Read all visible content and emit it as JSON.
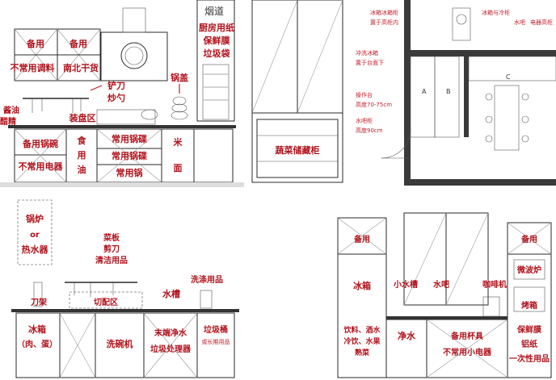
{
  "panel_tl": {
    "upper_left": "备用",
    "upper_left2": "备用",
    "spice": "不常用调料",
    "dry_goods": "南北干货",
    "chimney": "烟道",
    "kitchen_paper": "厨房用纸",
    "cling_film": "保鲜膜",
    "trash_bag": "垃圾袋",
    "spatula": "铲刀",
    "ladle": "炒勺",
    "pot_lid": "锅盖",
    "oil": "酱油",
    "oil2": "醋精",
    "plating": "装盘区",
    "spare_pots": "备用锅碗",
    "appliances": "不常用电器",
    "cooking_oil_1": "食",
    "cooking_oil_2": "用",
    "cooking_oil_3": "油",
    "common_bowls_1": "常用锅碟",
    "common_bowls_2": "常用锅碟",
    "common_pots": "常用锅",
    "rice": "米",
    "flour": "面"
  },
  "panel_tm": {
    "vegetables": "蔬菜储藏柜"
  },
  "panel_tr": {
    "fridge_note": "冰箱冰箱柜",
    "fridge_note2": "置于高柜内",
    "fridge_dim": "冰箱与冷柜",
    "water": "水吧",
    "appliance": "电器高柜",
    "sink_note": "冲洗冰箱",
    "sink_note2": "置于台面下",
    "counter": "操作台",
    "counter_h": "高度70-75cm",
    "water_bar": "水吧柜",
    "water_h": "高度90cm",
    "mark_a": "A",
    "mark_b": "B",
    "mark_c": "C"
  },
  "panel_bl": {
    "boiler": "锅炉",
    "or": "or",
    "heater": "热水器",
    "cutting_board": "菜板",
    "scissors": "剪刀",
    "cleaning": "清洁用品",
    "knife_rack": "刀架",
    "cutting_area": "切配区",
    "faucet": "水槽",
    "detergent": "洗涤用品",
    "fridge": "冰箱",
    "fridge_meat": "（肉、蛋）",
    "dishwasher": "洗碗机",
    "purifier": "末端净水",
    "disposer": "垃圾处理器",
    "trash_bin": "垃圾桶",
    "trash_note": "或长期用品"
  },
  "panel_br": {
    "spare_left": "备用",
    "spare_right": "备用",
    "fridge": "冰箱",
    "small_sink": "小水槽",
    "water_bar": "水吧",
    "coffee": "咖啡机",
    "microwave": "微波炉",
    "oven": "烤箱",
    "drinks": "饮料、酒水",
    "cold_drinks": "冷饮、水果",
    "cooked": "熟菜",
    "purify": "净水",
    "spare_cups": "备用杯具",
    "small_appliances": "不常用小电器",
    "keep_fresh": "保鲜膜",
    "paper": "铝纸",
    "disposable": "一次性用品"
  }
}
